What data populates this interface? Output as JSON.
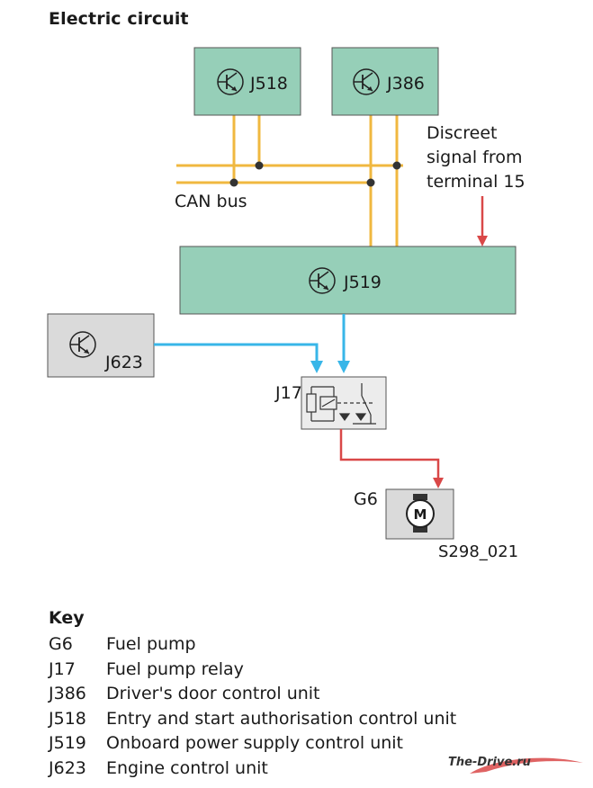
{
  "title": "Electric circuit",
  "components": {
    "j518": "J518",
    "j386": "J386",
    "j519": "J519",
    "j623": "J623",
    "j17": "J17",
    "g6": "G6",
    "motor_symbol": "M"
  },
  "labels": {
    "can_bus": "CAN bus",
    "signal_line1": "Discreet",
    "signal_line2": "signal from",
    "signal_line3": "terminal 15",
    "figure_code": "S298_021"
  },
  "key": {
    "heading": "Key",
    "items": [
      {
        "code": "G6",
        "desc": "Fuel pump"
      },
      {
        "code": "J17",
        "desc": "Fuel pump relay"
      },
      {
        "code": "J386",
        "desc": "Driver's door control unit"
      },
      {
        "code": "J518",
        "desc": "Entry and start authorisation control unit"
      },
      {
        "code": "J519",
        "desc": "Onboard power supply control unit"
      },
      {
        "code": "J623",
        "desc": "Engine control unit"
      }
    ]
  },
  "watermark": "The-Drive.ru",
  "colors": {
    "control_unit_fill": "#96cfb8",
    "engine_unit_fill": "#dadada",
    "can_bus": "#f0b840",
    "data_line": "#38b6e8",
    "power_line": "#d94848"
  }
}
